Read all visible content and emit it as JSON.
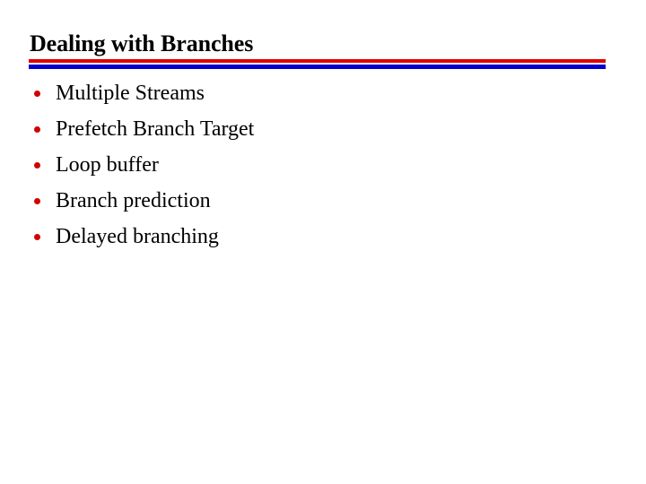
{
  "slide": {
    "title": "Dealing with Branches",
    "background_color": "#ffffff",
    "title_color": "#000000",
    "divider": {
      "top_rule_color": "#e00000",
      "bottom_rule_color": "#0000cc"
    },
    "bullet_color": "#d00000",
    "body_text_color": "#000000",
    "bullets": [
      {
        "label": "Multiple Streams"
      },
      {
        "label": "Prefetch Branch Target"
      },
      {
        "label": "Loop buffer"
      },
      {
        "label": "Branch prediction"
      },
      {
        "label": "Delayed branching"
      }
    ]
  }
}
